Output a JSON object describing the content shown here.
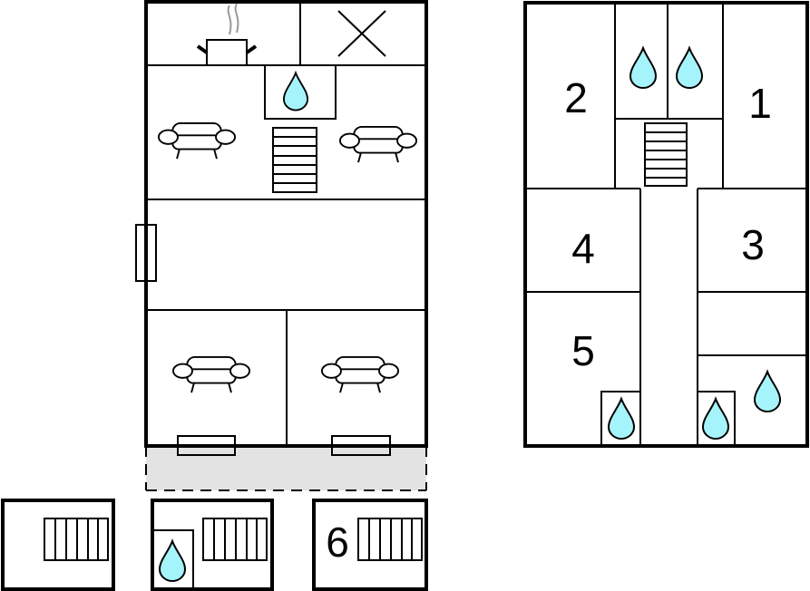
{
  "colors": {
    "water": "#A6F4FB",
    "terrace": "#E3E3E3",
    "steam": "#999999"
  },
  "rooms": {
    "r1": "1",
    "r2": "2",
    "r3": "3",
    "r4": "4",
    "r5": "5",
    "r6": "6"
  }
}
